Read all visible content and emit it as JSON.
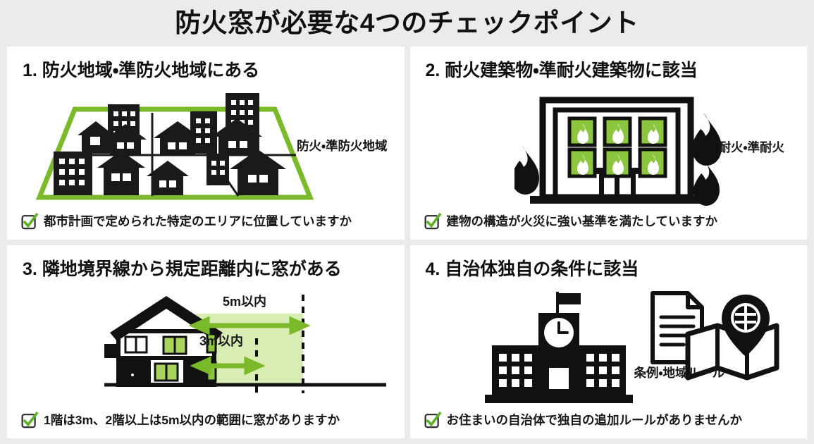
{
  "title": "防火窓が必要な4つのチェックポイント",
  "colors": {
    "page_background": "#ebebeb",
    "card_background": "#ffffff",
    "ink": "#111111",
    "accent_green": "#7ab929",
    "zone_fill": "#d3e8a8",
    "window_green": "#8cc63f"
  },
  "cards": [
    {
      "number": "1.",
      "title": "1. 防火地域・準防火地域にある",
      "illustration": "city-zone-map",
      "side_label": "防火・準防火地域",
      "check_label": "都市計画で定められた特定のエリアに位置していますか"
    },
    {
      "number": "2.",
      "title": "2. 耐火建築物・準耐火建築物に該当",
      "illustration": "fireproof-building",
      "side_label": "耐火・準耐火",
      "check_label": "建物の構造が火災に強い基準を満たしていますか"
    },
    {
      "number": "3.",
      "title": "3. 隣地境界線から規定距離内に窓がある",
      "illustration": "house-distance-diagram",
      "distance_labels": {
        "upper": "5m以内",
        "lower": "3m以内"
      },
      "check_label": "1階は3m、2階以上は5m以内の範囲に窓がありますか"
    },
    {
      "number": "4.",
      "title": "4. 自治体独自の条件に該当",
      "illustration": "cityhall-map-document",
      "side_label": "条例・地域ルール",
      "check_label": "お住まいの自治体で独自の追加ルールがありませんか"
    }
  ]
}
